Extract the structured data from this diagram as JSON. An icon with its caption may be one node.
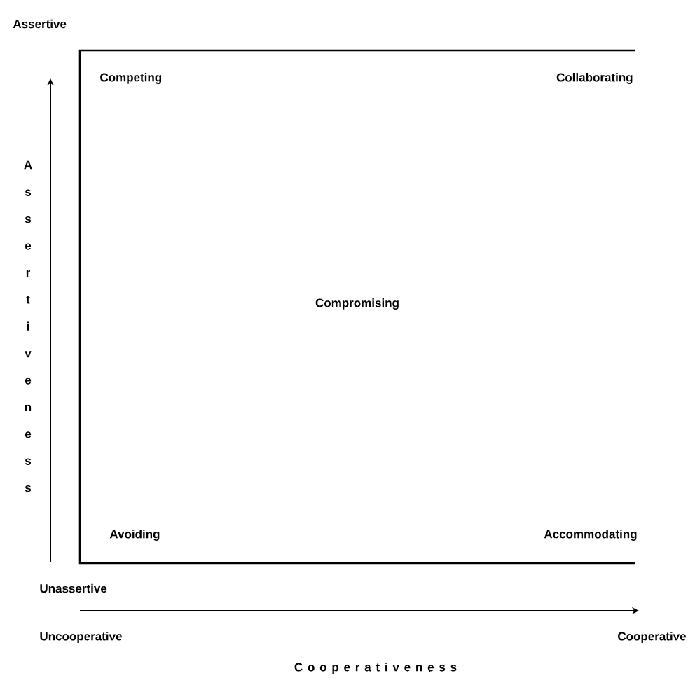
{
  "diagram": {
    "labels": [
      "Assertive",
      "Competing",
      "Collaborating",
      "Assertiveness",
      "Compromising",
      "Avoiding",
      "Accommodating",
      "Unassertive",
      "Uncooperative",
      "Cooperative",
      "C o o p e r a t i v e n e s s"
    ]
  }
}
